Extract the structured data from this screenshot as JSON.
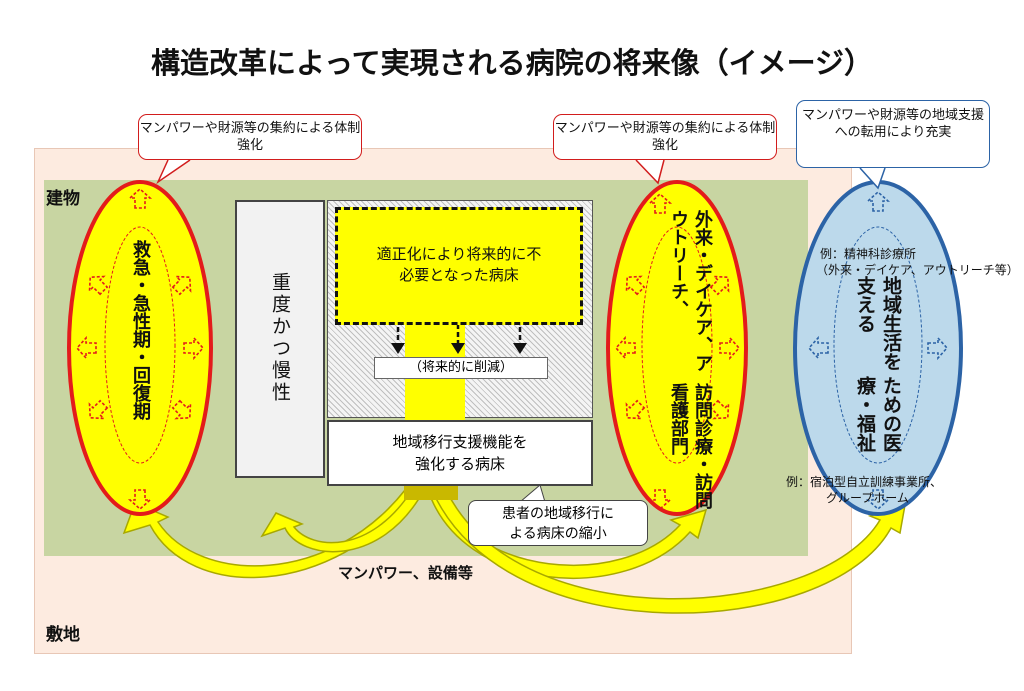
{
  "title": "構造改革によって実現される病院の将来像（イメージ）",
  "labels": {
    "building": "建物",
    "site": "敷地"
  },
  "callouts": {
    "left": "マンパワーや財源等の集約による体制強化",
    "middle": "マンパワーや財源等の集約による体制強化",
    "right": "マンパワーや財源等の地域支援への転用により充実"
  },
  "ellipses": {
    "acute": "救急・急性期・回復期",
    "outpatient_col1": "外来・デイケア、アウトリーチ、",
    "outpatient_col2": "訪問診療・訪問看護部門",
    "community_col1": "地域生活を支える",
    "community_col2": "ための医療・福祉"
  },
  "center": {
    "chronic": "重度かつ慢性",
    "unnecessary_line1": "適正化により将来的に不",
    "unnecessary_line2": "必要となった病床",
    "reduce": "（将来的に削減）",
    "support_line1": "地域移行支援機能を",
    "support_line2": "強化する病床",
    "shrink_line1": "患者の地域移行に",
    "shrink_line2": "よる病床の縮小"
  },
  "examples": {
    "top_line1": "例：精神科診療所",
    "top_line2": "（外来・デイケア、アウトリーチ等）",
    "bottom_line1": "例：宿泊型自立訓練事業所、",
    "bottom_line2": "グループホーム"
  },
  "resources": "マンパワー、設備等",
  "colors": {
    "red": "#e31b1b",
    "yellow": "#ffff00",
    "blue": "#2c63a6",
    "light_blue": "#bcd9eb",
    "green": "#c8d5a2",
    "site": "#fdebe0"
  }
}
